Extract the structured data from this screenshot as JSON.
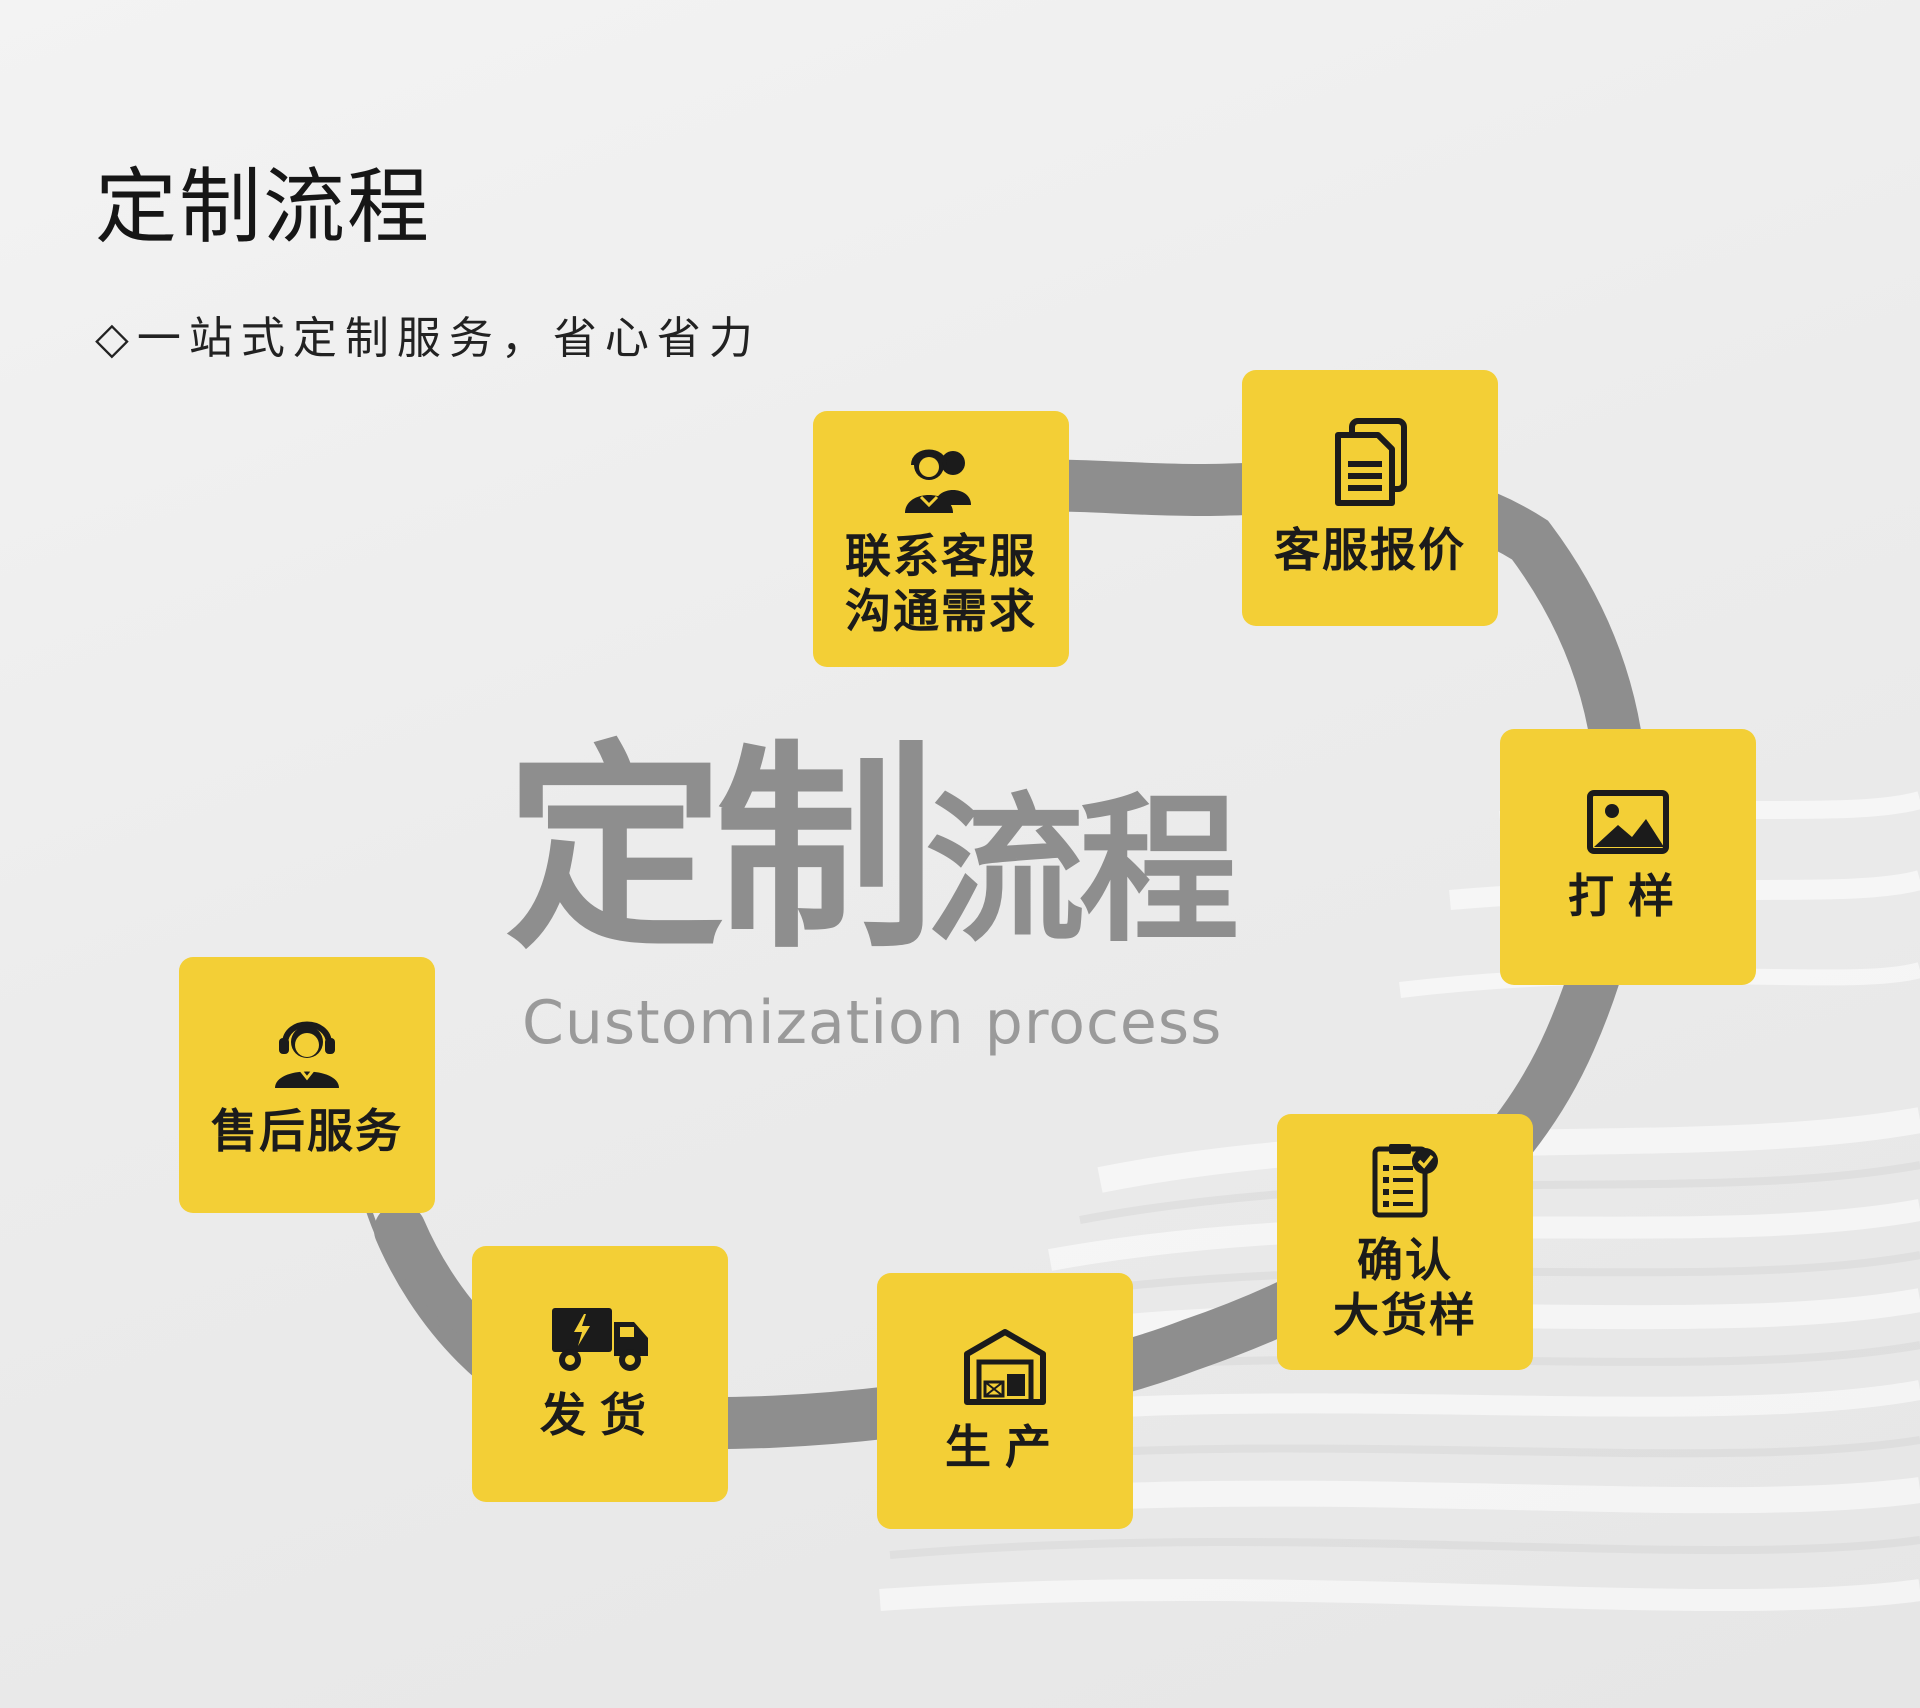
{
  "header": {
    "title": "定制流程",
    "subtitle": "◇一站式定制服务，省心省力"
  },
  "center": {
    "title_part1": "定制",
    "title_part2": "流程",
    "english": "Customization process"
  },
  "steps": [
    {
      "label": "联系客服\n沟通需求",
      "icon": "customer-service-icon"
    },
    {
      "label": "客服报价",
      "icon": "document-icon"
    },
    {
      "label": "打样",
      "icon": "image-icon"
    },
    {
      "label": "确认\n大货样",
      "icon": "checklist-icon"
    },
    {
      "label": "生产",
      "icon": "warehouse-icon"
    },
    {
      "label": "发货",
      "icon": "truck-icon"
    },
    {
      "label": "售后服务",
      "icon": "support-agent-icon"
    }
  ],
  "colors": {
    "card": "#f3cf36",
    "ring": "#8e8e8e",
    "text": "#1b1b1b"
  }
}
